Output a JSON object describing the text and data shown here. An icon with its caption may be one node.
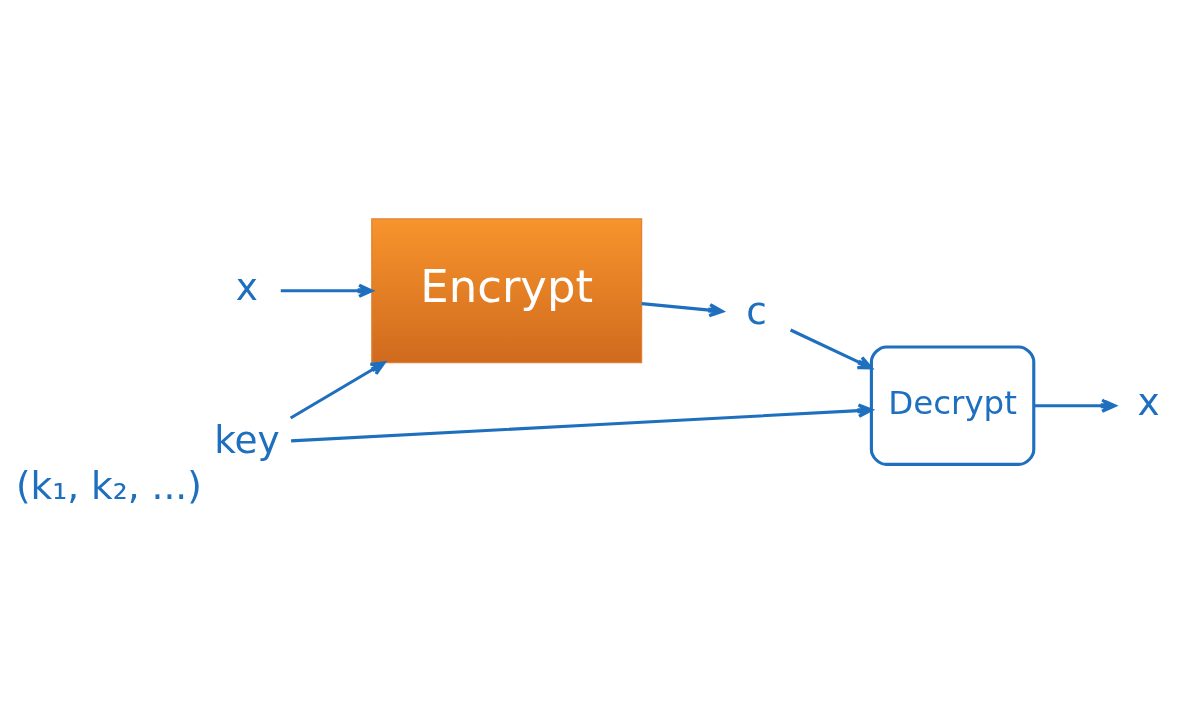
{
  "diagram": {
    "nodes": [
      {
        "text": [
          "x"
        ]
      },
      {
        "text": [
          "Encrypt"
        ]
      },
      {
        "text": [
          "c"
        ]
      },
      {
        "text": [
          "Decrypt"
        ]
      },
      {
        "text": [
          "x"
        ]
      },
      {
        "text": [
          "key"
        ],
        "beside": [
          "(k₁, k₂, ...)"
        ]
      }
    ],
    "edges": [
      {
        "from": 0,
        "to": 1,
        "arrow": "to"
      },
      {
        "from": 1,
        "to": 2,
        "arrow": "to"
      },
      {
        "from": 2,
        "to": 3,
        "arrow": "to"
      },
      {
        "from": 5,
        "to": 1,
        "arrow": "to"
      },
      {
        "from": 5,
        "to": 3,
        "arrow": "to"
      },
      {
        "from": 3,
        "to": 4,
        "arrow": "to"
      }
    ]
  }
}
